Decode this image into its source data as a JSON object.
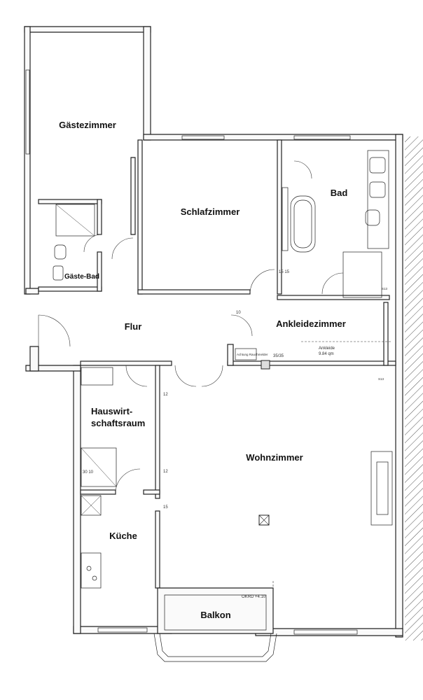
{
  "rooms": {
    "gaestezimmer": "Gästezimmer",
    "schlafzimmer": "Schlafzimmer",
    "bad": "Bad",
    "gaeste_bad": "Gäste-Bad",
    "flur": "Flur",
    "ankleidezimmer": "Ankleidezimmer",
    "hauswirtschaftsraum_line1": "Hauswirt-",
    "hauswirtschaftsraum_line2": "schaftsraum",
    "wohnzimmer": "Wohnzimmer",
    "kueche": "Küche",
    "balkon": "Balkon"
  },
  "annotations": {
    "okrd_balkon": "OKRD +4.10",
    "ankleide_area": "9.84 qm",
    "ankleide_name": "Ankleide",
    "dim_35_35": "35/35",
    "dim_10": "10",
    "dim_12_a": "12",
    "dim_12_b": "12",
    "dim_15": "15",
    "dim_30_10": "30 10",
    "achtung": "Achtung Rauchmelder",
    "s13_a": "S13",
    "s13_b": "S13",
    "dim_15_15": "15 15"
  },
  "colors": {
    "wall_stroke": "#222222",
    "hatch": "#555555",
    "background": "#ffffff"
  }
}
